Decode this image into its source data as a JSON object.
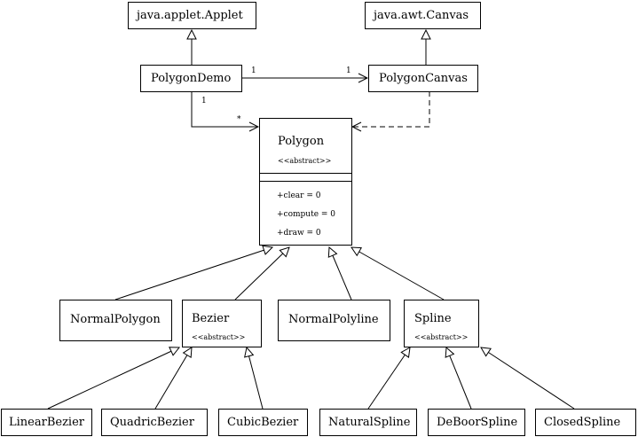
{
  "classes": {
    "applet": {
      "name": "java.applet.Applet"
    },
    "canvas": {
      "name": "java.awt.Canvas"
    },
    "polygon_demo": {
      "name": "PolygonDemo"
    },
    "polygon_canvas": {
      "name": "PolygonCanvas"
    },
    "polygon": {
      "name": "Polygon",
      "stereotype": "<<abstract>>",
      "methods": [
        "+clear = 0",
        "+compute = 0",
        "+draw = 0"
      ]
    },
    "normal_polygon": {
      "name": "NormalPolygon"
    },
    "bezier": {
      "name": "Bezier",
      "stereotype": "<<abstract>>"
    },
    "normal_polyline": {
      "name": "NormalPolyline"
    },
    "spline": {
      "name": "Spline",
      "stereotype": "<<abstract>>"
    },
    "linear_bezier": {
      "name": "LinearBezier"
    },
    "quadric_bezier": {
      "name": "QuadricBezier"
    },
    "cubic_bezier": {
      "name": "CubicBezier"
    },
    "natural_spline": {
      "name": "NaturalSpline"
    },
    "deboor_spline": {
      "name": "DeBoorSpline"
    },
    "closed_spline": {
      "name": "ClosedSpline"
    }
  },
  "multiplicities": {
    "demo_canvas_source": "1",
    "demo_canvas_target": "1",
    "demo_polygon_source": "1",
    "demo_polygon_target": "*"
  }
}
